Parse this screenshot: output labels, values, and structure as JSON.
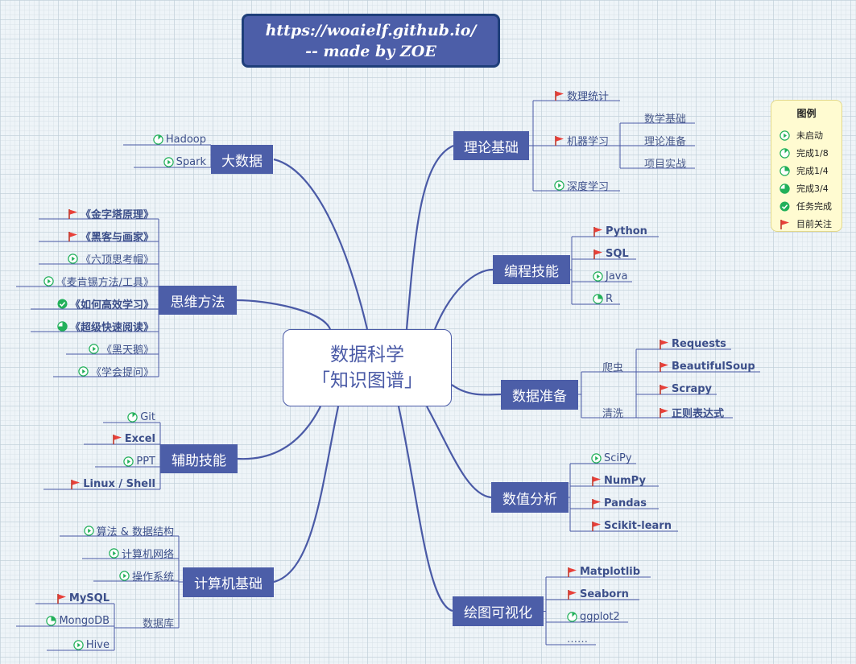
{
  "header": {
    "line1": "https://woaielf.github.io/",
    "line2": "-- made by ZOE"
  },
  "center": {
    "line1": "数据科学",
    "line2": "「知识图谱」"
  },
  "legend": {
    "title": "图例",
    "items": [
      {
        "icon": "not-started",
        "label": "未启动"
      },
      {
        "icon": "eighth",
        "label": "完成1/8"
      },
      {
        "icon": "quarter",
        "label": "完成1/4"
      },
      {
        "icon": "three-quarter",
        "label": "完成3/4"
      },
      {
        "icon": "done",
        "label": "任务完成"
      },
      {
        "icon": "flag",
        "label": "目前关注"
      }
    ]
  },
  "branches": [
    {
      "label": "大数据",
      "items": [
        {
          "label": "Hadoop",
          "icon": "eighth"
        },
        {
          "label": "Spark",
          "icon": "not-started"
        }
      ]
    },
    {
      "label": "思维方法",
      "items": [
        {
          "label": "《金字塔原理》",
          "icon": "flag",
          "bold": true
        },
        {
          "label": "《黑客与画家》",
          "icon": "flag",
          "bold": true
        },
        {
          "label": "《六顶思考帽》",
          "icon": "not-started"
        },
        {
          "label": "《麦肯锡方法/工具》",
          "icon": "not-started"
        },
        {
          "label": "《如何高效学习》",
          "icon": "done",
          "bold": true
        },
        {
          "label": "《超级快速阅读》",
          "icon": "three-quarter",
          "bold": true
        },
        {
          "label": "《黑天鹅》",
          "icon": "not-started"
        },
        {
          "label": "《学会提问》",
          "icon": "not-started"
        }
      ]
    },
    {
      "label": "辅助技能",
      "items": [
        {
          "label": "Git",
          "icon": "eighth"
        },
        {
          "label": "Excel",
          "icon": "flag",
          "bold": true
        },
        {
          "label": "PPT",
          "icon": "not-started"
        },
        {
          "label": "Linux / Shell",
          "icon": "flag",
          "bold": true
        }
      ]
    },
    {
      "label": "计算机基础",
      "items": [
        {
          "label": "算法 & 数据结构",
          "icon": "not-started"
        },
        {
          "label": "计算机网络",
          "icon": "not-started"
        },
        {
          "label": "操作系统",
          "icon": "not-started"
        },
        {
          "label": "数据库",
          "children": [
            {
              "label": "MySQL",
              "icon": "flag",
              "bold": true
            },
            {
              "label": "MongoDB",
              "icon": "quarter"
            },
            {
              "label": "Hive",
              "icon": "not-started"
            }
          ]
        }
      ]
    },
    {
      "label": "理论基础",
      "items": [
        {
          "label": "数理统计",
          "icon": "flag"
        },
        {
          "label": "机器学习",
          "icon": "flag",
          "children": [
            {
              "label": "数学基础"
            },
            {
              "label": "理论准备"
            },
            {
              "label": "项目实战"
            }
          ]
        },
        {
          "label": "深度学习",
          "icon": "not-started"
        }
      ]
    },
    {
      "label": "编程技能",
      "items": [
        {
          "label": "Python",
          "icon": "flag",
          "bold": true
        },
        {
          "label": "SQL",
          "icon": "flag",
          "bold": true
        },
        {
          "label": "Java",
          "icon": "not-started"
        },
        {
          "label": "R",
          "icon": "quarter"
        }
      ]
    },
    {
      "label": "数据准备",
      "items": [
        {
          "label": "爬虫",
          "children": [
            {
              "label": "Requests",
              "icon": "flag",
              "bold": true
            },
            {
              "label": "BeautifulSoup",
              "icon": "flag",
              "bold": true
            },
            {
              "label": "Scrapy",
              "icon": "flag",
              "bold": true
            }
          ]
        },
        {
          "label": "清洗",
          "children": [
            {
              "label": "正则表达式",
              "icon": "flag",
              "bold": true
            }
          ]
        }
      ]
    },
    {
      "label": "数值分析",
      "items": [
        {
          "label": "SciPy",
          "icon": "not-started"
        },
        {
          "label": "NumPy",
          "icon": "flag",
          "bold": true
        },
        {
          "label": "Pandas",
          "icon": "flag",
          "bold": true
        },
        {
          "label": "Scikit-learn",
          "icon": "flag",
          "bold": true
        }
      ]
    },
    {
      "label": "绘图可视化",
      "items": [
        {
          "label": "Matplotlib",
          "icon": "flag",
          "bold": true
        },
        {
          "label": "Seaborn",
          "icon": "flag",
          "bold": true
        },
        {
          "label": "ggplot2",
          "icon": "eighth"
        },
        {
          "label": "……"
        }
      ]
    }
  ]
}
